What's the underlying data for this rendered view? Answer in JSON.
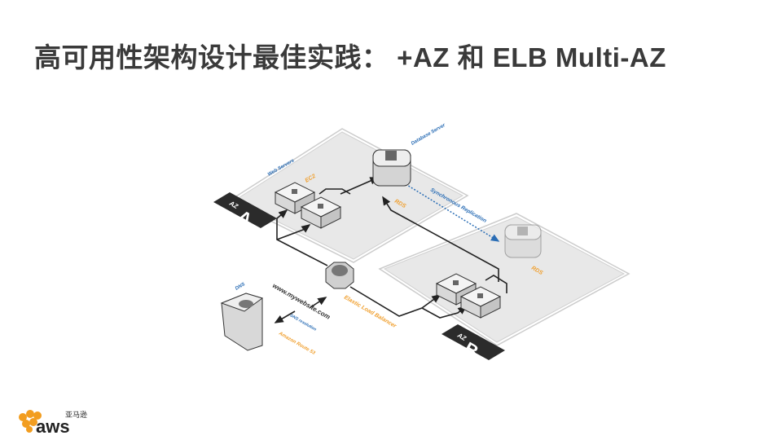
{
  "slide": {
    "title": "高可用性架构设计最佳实践： +AZ 和 ELB Multi-AZ"
  },
  "diagram": {
    "zone_a": {
      "prefix": "AZ",
      "letter": "A"
    },
    "zone_b": {
      "prefix": "AZ",
      "letter": "B"
    },
    "web_servers_label": "Web Servers",
    "ec2_label": "EC2",
    "database_server_label": "Database Server",
    "rds_primary_label": "RDS",
    "rds_standby_label": "RDS",
    "replication_label": "Synchronous Replication",
    "dns_label": "DNS",
    "domain_label": "www.mywebsite.com",
    "dns_resolution_label": "DNS resolution",
    "route53_label": "Amazon Route 53",
    "elb_label": "Elastic Load Balancer",
    "colors": {
      "label_blue": "#2a6db5",
      "label_orange": "#f0a030",
      "platform": "#e6e6e6",
      "zone_badge": "#2b2b2b"
    }
  },
  "logo": {
    "cn": "亚马逊",
    "text": "aws",
    "color": "#f29d1f"
  }
}
